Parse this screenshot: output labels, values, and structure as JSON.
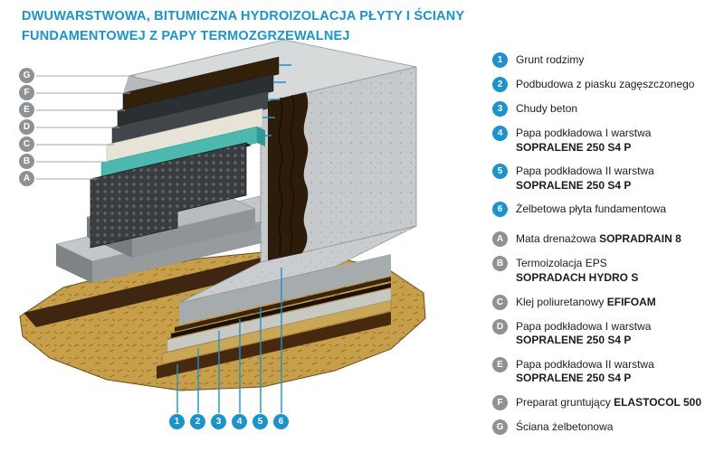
{
  "title": {
    "line1": "DWUWARSTWOWA, BITUMICZNA HYDROIZOLACJA PŁYTY I ŚCIANY",
    "line2": "FUNDAMENTOWEJ Z PAPY TERMOZGRZEWALNEJ"
  },
  "colors": {
    "accent_blue": "#1a93cf",
    "badge_gray": "#8e9295",
    "title_blue": "#1894cf",
    "sand": "#c79f48",
    "soil_brown": "#3f2610",
    "bitumen_dark": "#2e1c0a",
    "concrete_light": "#c6cacc",
    "concrete_mid": "#9aa0a3",
    "insulation_teal": "#4cb9af",
    "drainage_mat_dark": "#3a3d3f"
  },
  "markers": {
    "letters": [
      "G",
      "F",
      "E",
      "D",
      "C",
      "B",
      "A"
    ],
    "numbers": [
      "1",
      "2",
      "3",
      "4",
      "5",
      "6"
    ]
  },
  "legend": {
    "numbered": [
      {
        "id": "1",
        "text": "Grunt rodzimy",
        "bold": ""
      },
      {
        "id": "2",
        "text": "Podbudowa z piasku zagęszczonego",
        "bold": ""
      },
      {
        "id": "3",
        "text": "Chudy beton",
        "bold": ""
      },
      {
        "id": "4",
        "text": "Papa podkładowa I warstwa",
        "bold": "SOPRALENE 250 S4 P"
      },
      {
        "id": "5",
        "text": "Papa podkładowa II warstwa",
        "bold": "SOPRALENE 250 S4 P"
      },
      {
        "id": "6",
        "text": "Żelbetowa płyta fundamentowa",
        "bold": ""
      }
    ],
    "lettered": [
      {
        "id": "A",
        "text": "Mata drenażowa",
        "bold": "SOPRADRAIN 8"
      },
      {
        "id": "B",
        "text": "Termoizolacja EPS",
        "bold": "SOPRADACH HYDRO S"
      },
      {
        "id": "C",
        "text": "Klej poliuretanowy",
        "bold": "EFIFOAM"
      },
      {
        "id": "D",
        "text": "Papa podkładowa I warstwa",
        "bold": "SOPRALENE 250 S4 P"
      },
      {
        "id": "E",
        "text": "Papa podkładowa II warstwa",
        "bold": "SOPRALENE 250 S4 P"
      },
      {
        "id": "F",
        "text": "Preparat gruntujący",
        "bold": "ELASTOCOL 500"
      },
      {
        "id": "G",
        "text": "Ściana żelbetonowa",
        "bold": ""
      }
    ]
  }
}
